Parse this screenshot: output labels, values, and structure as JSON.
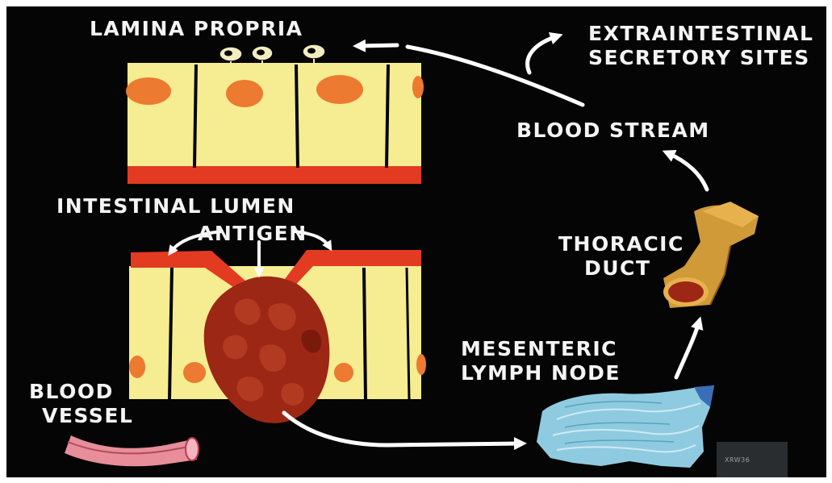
{
  "labels": {
    "lamina_propria": "LAMINA PROPRIA",
    "extraintestinal_line1": "EXTRAINTESTINAL",
    "extraintestinal_line2": "SECRETORY SITES",
    "blood_stream": "BLOOD STREAM",
    "intestinal_lumen": "INTESTINAL LUMEN",
    "antigen": "ANTIGEN",
    "thoracic_line1": "THORACIC",
    "thoracic_line2": "DUCT",
    "mesenteric_line1": "MESENTERIC",
    "mesenteric_line2": "LYMPH NODE",
    "blood_line1": "BLOOD",
    "blood_line2": "VESSEL",
    "corner_code": "XRW36"
  },
  "colors": {
    "background": "#050505",
    "frame": "#ffffff",
    "cell_yellow": "#f6ec91",
    "nucleus_orange": "#ec7a30",
    "membrane_red": "#e23b22",
    "patch_dark_red": "#9c2714",
    "lymph_blue": "#8fcbe0",
    "duct_gold": "#cf9a37",
    "vessel_pink": "#e88d9a",
    "arrow_white": "#ffffff"
  }
}
